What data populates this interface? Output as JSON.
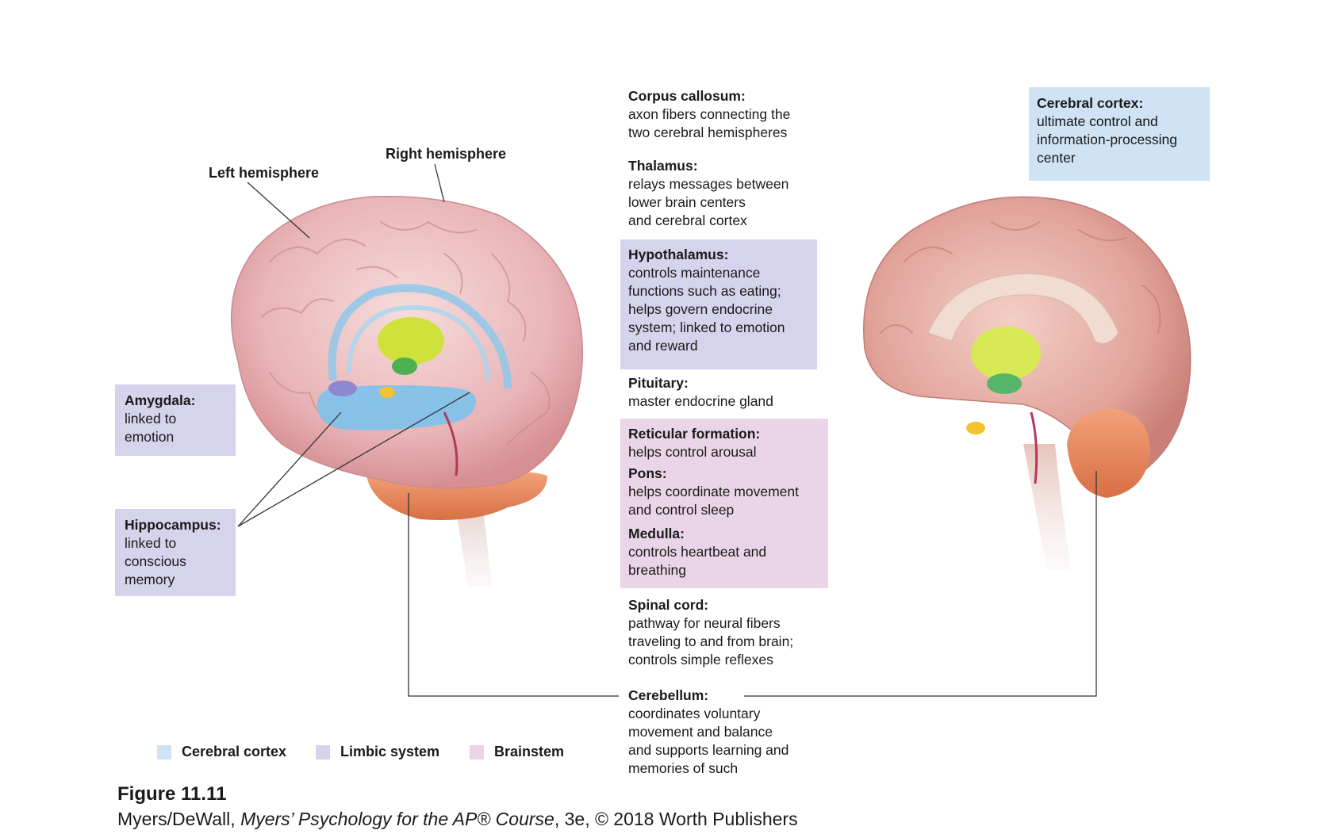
{
  "hemispheres": {
    "left": "Left hemisphere",
    "right": "Right hemisphere"
  },
  "labels": {
    "amygdala": {
      "title": "Amygdala:",
      "desc": "linked to\nemotion"
    },
    "hippocampus": {
      "title": "Hippocampus:",
      "desc": "linked to\nconscious\nmemory"
    },
    "corpus_callosum": {
      "title": "Corpus callosum:",
      "desc": "axon fibers connecting the\ntwo cerebral hemispheres"
    },
    "thalamus": {
      "title": "Thalamus:",
      "desc": "relays messages between\nlower brain centers\nand cerebral cortex"
    },
    "hypothalamus": {
      "title": "Hypothalamus:",
      "desc": "controls maintenance\nfunctions such as eating;\nhelps govern endocrine\nsystem; linked to emotion\nand reward"
    },
    "pituitary": {
      "title": "Pituitary:",
      "desc": "master endocrine gland"
    },
    "reticular": {
      "title": "Reticular formation:",
      "desc": "helps control arousal"
    },
    "pons": {
      "title": "Pons:",
      "desc": "helps coordinate movement\nand control sleep"
    },
    "medulla": {
      "title": "Medulla:",
      "desc": "controls heartbeat and\nbreathing"
    },
    "spinal_cord": {
      "title": "Spinal cord:",
      "desc": "pathway for neural fibers\ntraveling to and from brain;\ncontrols simple reflexes"
    },
    "cerebellum": {
      "title": "Cerebellum:",
      "desc": "coordinates voluntary\nmovement and balance\nand supports learning and\nmemories of such"
    },
    "cerebral_cortex": {
      "title": "Cerebral cortex:",
      "desc": "ultimate control and\ninformation-processing\ncenter"
    }
  },
  "legend": [
    {
      "label": "Cerebral cortex",
      "color": "#cfe3f4"
    },
    {
      "label": "Limbic system",
      "color": "#d6d4ec"
    },
    {
      "label": "Brainstem",
      "color": "#ead5e8"
    }
  ],
  "colors": {
    "cortex_box": "#cfe3f4",
    "limbic_box": "#d6d4ec",
    "brainstem_box": "#ead5e8"
  },
  "figure": {
    "title": "Figure 11.11",
    "credit_pre": "Myers/DeWall, ",
    "credit_italic": "Myers’ Psychology for the AP® Course",
    "credit_post": ", 3e, © 2018 Worth Publishers"
  }
}
